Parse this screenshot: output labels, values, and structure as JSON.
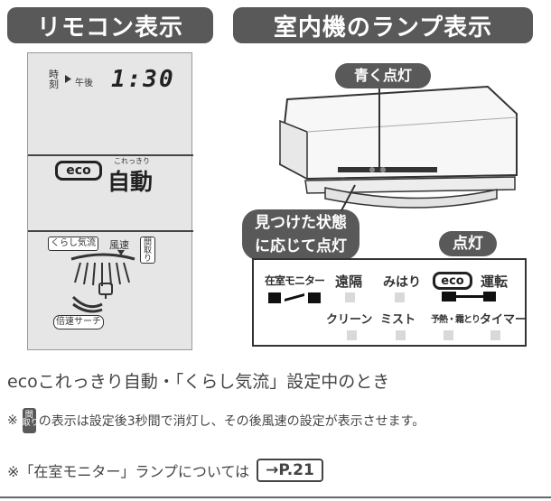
{
  "headers": {
    "remote": "リモコン表示",
    "indoor": "室内機のランプ表示"
  },
  "remote_display": {
    "timer_label_top": "時",
    "timer_label_bottom": "刻",
    "period": "午後",
    "time": "1:30",
    "eco": "eco",
    "ruby": "これっきり",
    "auto": "自動",
    "kurashi_kiryu": "くらし気流",
    "fusoku": "風速",
    "madori_top": "間",
    "madori_bottom": "取り",
    "baisoku_search": "倍速サーチ"
  },
  "callouts": {
    "blue_light": "青く点灯",
    "found_line1": "見つけた状態",
    "found_line2": "に応じて点灯",
    "lit": "点灯"
  },
  "lamps": {
    "row1": [
      "在室モニター",
      "遠隔",
      "みはり",
      "eco",
      "運転"
    ],
    "row2": [
      "クリーン",
      "ミスト",
      "予熱・霜とり",
      "タイマー"
    ]
  },
  "notes": {
    "line1": "ecoこれっきり自動・「くらし気流」設定中のとき",
    "line2_prefix": "※",
    "line2_icon_top": "間",
    "line2_icon_bottom": "取り",
    "line2_suffix": "の表示は設定後3秒間で消灯し、その後風速の設定が表示させます。",
    "line3": "※「在室モニター」ランプについては",
    "line3_link": "→P.21"
  }
}
